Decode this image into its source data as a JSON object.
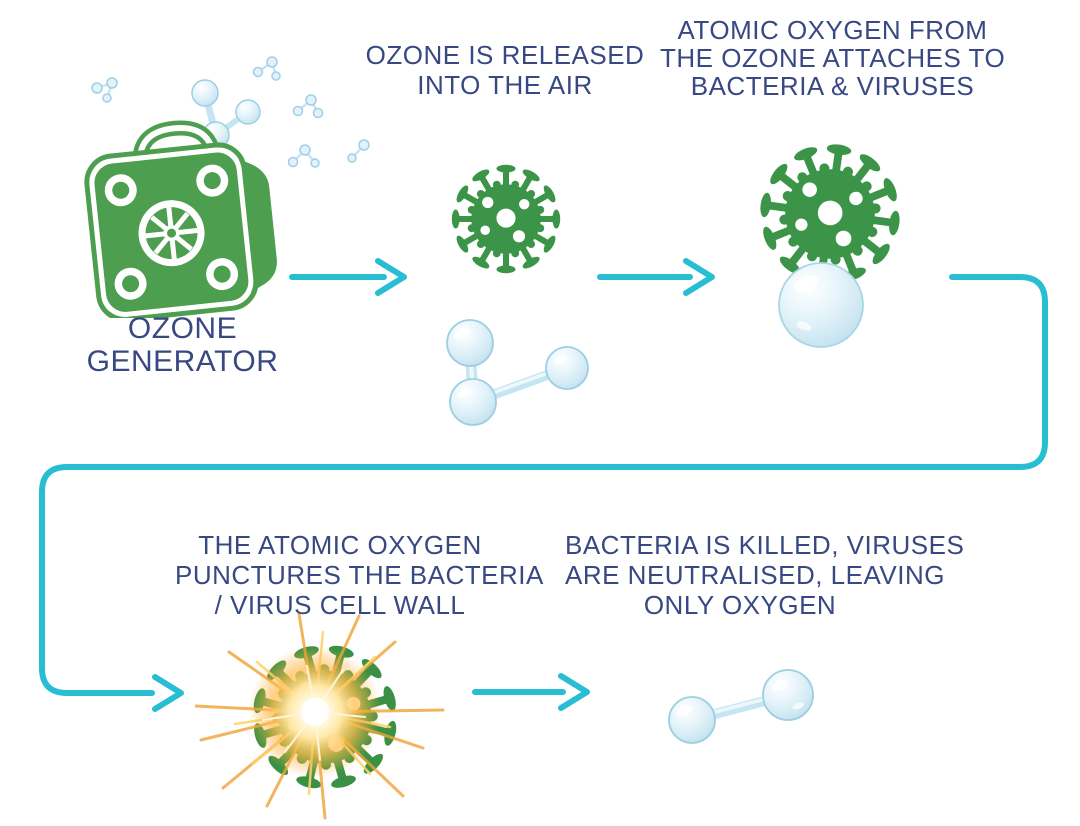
{
  "diagram": {
    "background": "#ffffff",
    "labels": {
      "generator": {
        "lines": [
          "OZONE",
          "GENERATOR"
        ]
      },
      "release": {
        "lines": [
          "OZONE IS RELEASED",
          "INTO THE AIR"
        ]
      },
      "attach": {
        "lines": [
          "ATOMIC OXYGEN FROM",
          "THE OZONE ATTACHES TO",
          "BACTERIA & VIRUSES"
        ]
      },
      "puncture": {
        "lines": [
          "THE ATOMIC OXYGEN",
          "PUNCTURES THE BACTERIA",
          "/ VIRUS CELL WALL"
        ]
      },
      "result": {
        "lines": [
          "BACTERIA IS KILLED, VIRUSES",
          "ARE NEUTRALISED, LEAVING",
          "ONLY OXYGEN"
        ]
      }
    },
    "colors": {
      "arrow": "#27bdd2",
      "label_text": "#384883",
      "virus_green": "#3b9447",
      "generator_green": "#4d9e4f",
      "molecule_blue": "#d8edf7",
      "molecule_stroke": "#9dcfe2",
      "explosion_orange": "#f0a335",
      "explosion_yellow": "#ffd36e"
    },
    "icons": {
      "ozone-generator-icon": "svg",
      "ozone-particles-icon": "svg",
      "virus-icon": "svg",
      "virus-with-oxygen-icon": "svg",
      "oxygen-bubble-icon": "svg",
      "ozone-molecule-icon": "svg",
      "exploding-virus-icon": "svg",
      "explosion-burst-icon": "svg",
      "oxygen-molecule-icon": "svg",
      "flow-arrow-icon": "svg"
    }
  }
}
